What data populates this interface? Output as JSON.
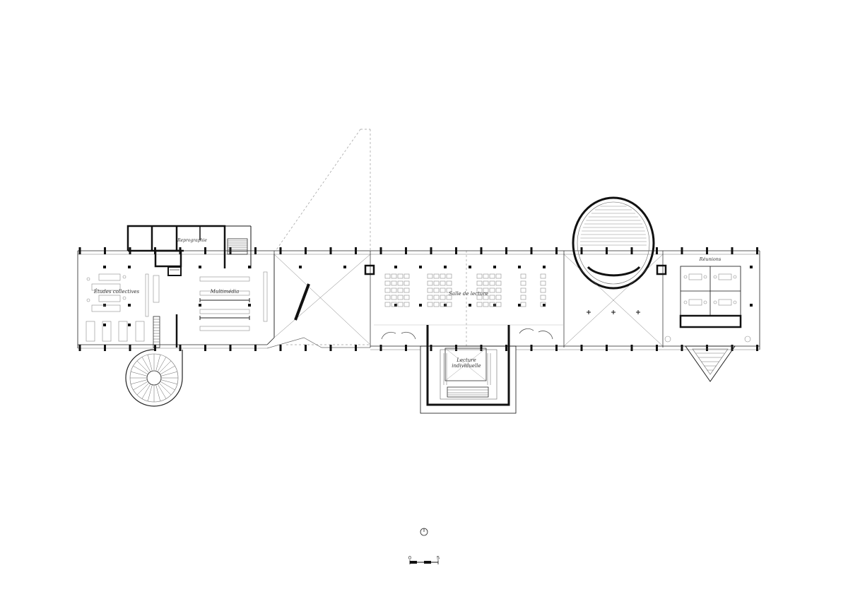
{
  "plan": {
    "rooms": {
      "reprographie": "Reprographie",
      "etudes_collectives": "Études collectives",
      "multimedia": "Multimédia",
      "salle_de_lecture": "Salle de lecture",
      "lecture_individuelle_line1": "Lecture",
      "lecture_individuelle_line2": "individuelle",
      "reunions": "Réunions"
    },
    "scale_bar": {
      "start_label": "0",
      "end_label": "5"
    },
    "colors": {
      "wall": "#111111",
      "thin_line": "#555555",
      "furniture": "#8a8a8a",
      "dashed": "#999999"
    }
  }
}
